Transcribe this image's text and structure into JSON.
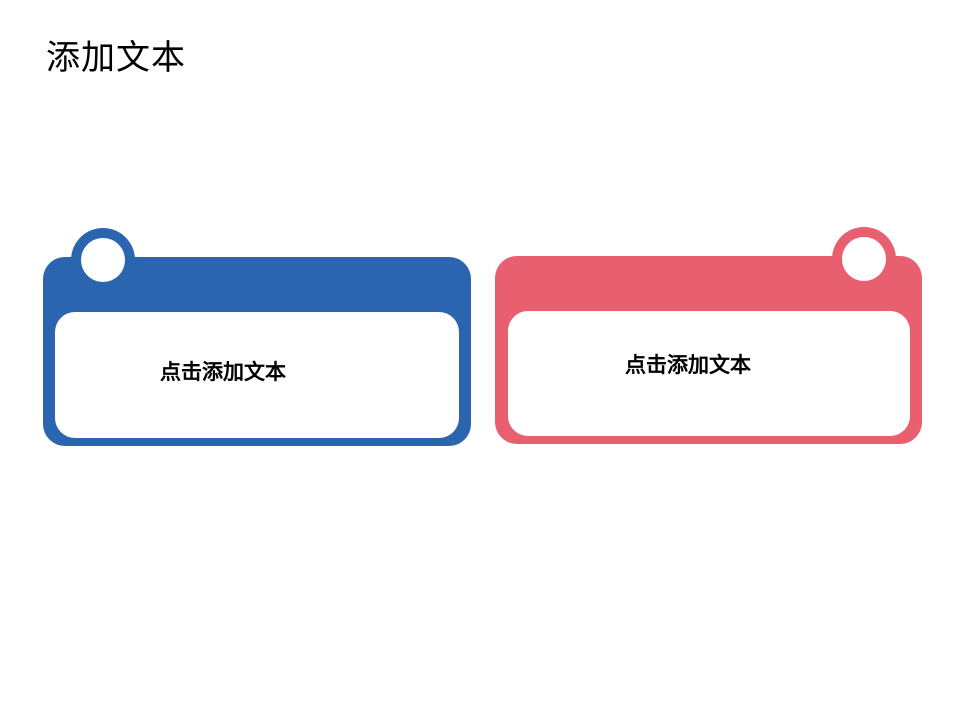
{
  "slide": {
    "title": "添加文本",
    "cards": [
      {
        "label": "点击添加文本",
        "color": "#2b65b0"
      },
      {
        "label": "点击添加文本",
        "color": "#e86070"
      }
    ]
  }
}
